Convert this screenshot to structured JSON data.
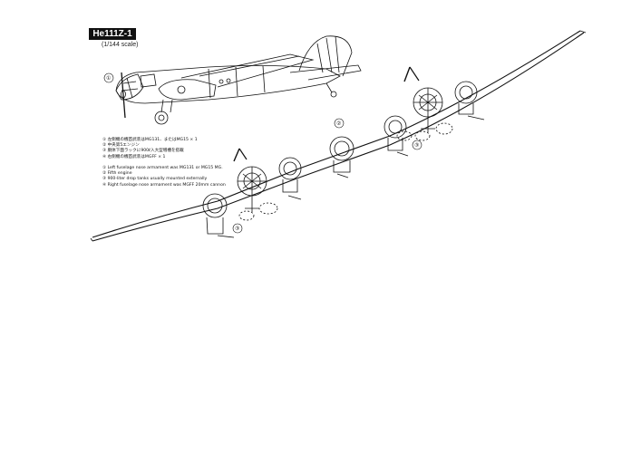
{
  "title": "He111Z-1",
  "scale": "(1/144 scale)",
  "notes_jp": [
    "① 左側機の機首武装はMG131、またはMG15 × 1",
    "② 中央第5エンジン",
    "③ 胴体下面ラックに900ℓ入大型増槽を搭載",
    "④ 右側機の機首武装はMGFF × 1"
  ],
  "notes_en": [
    "① Left fuselage nose armament was MG131 or MG15 MG.",
    "② Fifth engine",
    "③ 900-liter drop tanks usually mounted externally",
    "④ Right fuselage nose armament was MGFF 20mm cannon"
  ],
  "callouts": {
    "c1": "①",
    "c2": "②",
    "c3a": "③",
    "c3b": "③"
  },
  "colors": {
    "ink": "#111111",
    "paper": "#ffffff",
    "title_bg": "#111111"
  }
}
